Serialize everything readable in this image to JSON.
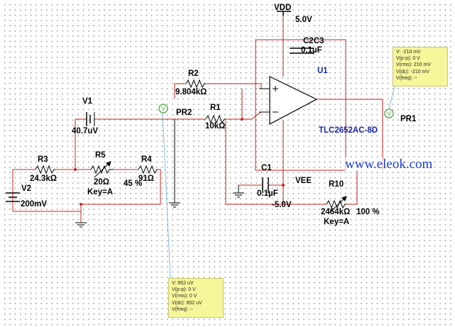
{
  "components": {
    "vdd": {
      "name": "VDD",
      "value": "5.0V"
    },
    "vee": {
      "name": "VEE",
      "value": "-5.0V"
    },
    "c2c3": {
      "name": "C2C3",
      "value": "0.1µF"
    },
    "u1": {
      "name": "U1",
      "part": "TLC2652AC-8D"
    },
    "r2": {
      "name": "R2",
      "value": "9.804kΩ"
    },
    "r1": {
      "name": "R1",
      "value": "10kΩ"
    },
    "v1": {
      "name": "V1",
      "value": "40.7uV"
    },
    "pr2": {
      "name": "PR2"
    },
    "pr1": {
      "name": "PR1"
    },
    "r3": {
      "name": "R3",
      "value": "24.3kΩ"
    },
    "r5": {
      "name": "R5",
      "value": "20Ω",
      "percent": "45 %",
      "key": "Key=A"
    },
    "r4": {
      "name": "R4",
      "value": "91Ω"
    },
    "v2": {
      "name": "V2",
      "value": "200mV"
    },
    "c1": {
      "name": "C1",
      "value": "0.1µF"
    },
    "r10": {
      "name": "R10",
      "value": "2464kΩ",
      "percent": "100 %",
      "key": "Key=A"
    }
  },
  "probes": {
    "pr1_readout": [
      "V: -210 mV",
      "V(p-p): 0 V",
      "V(rms): 210 mV",
      "V(dc): -210 mV",
      "V(freq): --"
    ],
    "pr2_readout": [
      "V: 852 uV",
      "V(p-p): 0 V",
      "V(rms): 0 V",
      "V(dc): 852 uV",
      "V(freq): --"
    ]
  },
  "watermark": "www.eleok.com",
  "colors": {
    "wire": "#cc2222",
    "component": "#000000",
    "label": "#000000",
    "part_label": "#1a27a8",
    "probe_fill": "#f6f69a",
    "probe_line": "#5fb0d8",
    "probe_icon": "#4aa83a",
    "watermark": "#1e3cd0"
  }
}
